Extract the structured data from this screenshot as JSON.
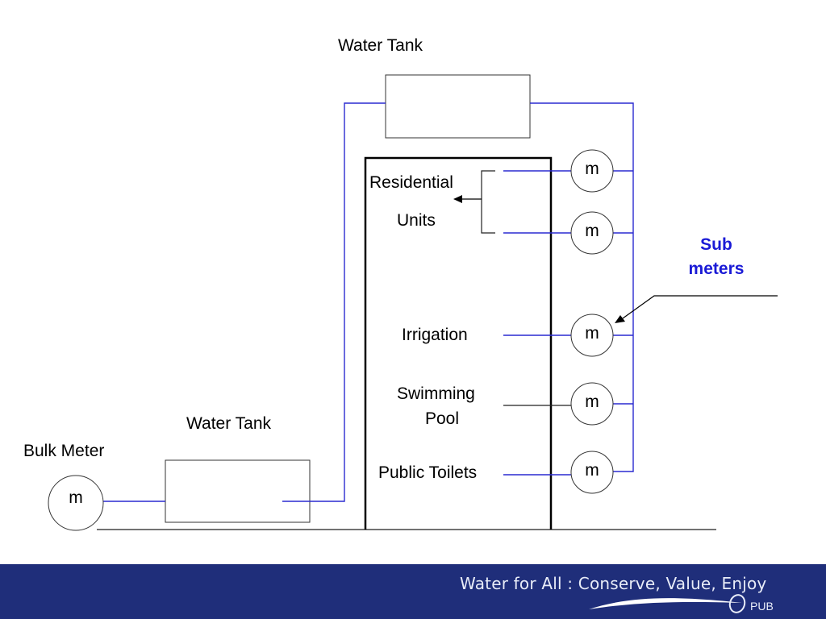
{
  "labels": {
    "water_tank_top": "Water Tank",
    "water_tank_bottom": "Water Tank",
    "bulk_meter": "Bulk Meter",
    "residential_line1": "Residential",
    "residential_line2": "Units",
    "irrigation": "Irrigation",
    "swimming_line1": "Swimming",
    "swimming_line2": "Pool",
    "public_toilets": "Public Toilets",
    "sub_meters_line1": "Sub",
    "sub_meters_line2": "meters"
  },
  "meter_symbol": "m",
  "colors": {
    "pipe": "#2a2ad0",
    "sub_meters_text": "#1a1ad6",
    "footer_bg": "#1f2e7a"
  },
  "footer": {
    "slogan": "Water for All : Conserve, Value, Enjoy",
    "logo_text": "PUB"
  }
}
